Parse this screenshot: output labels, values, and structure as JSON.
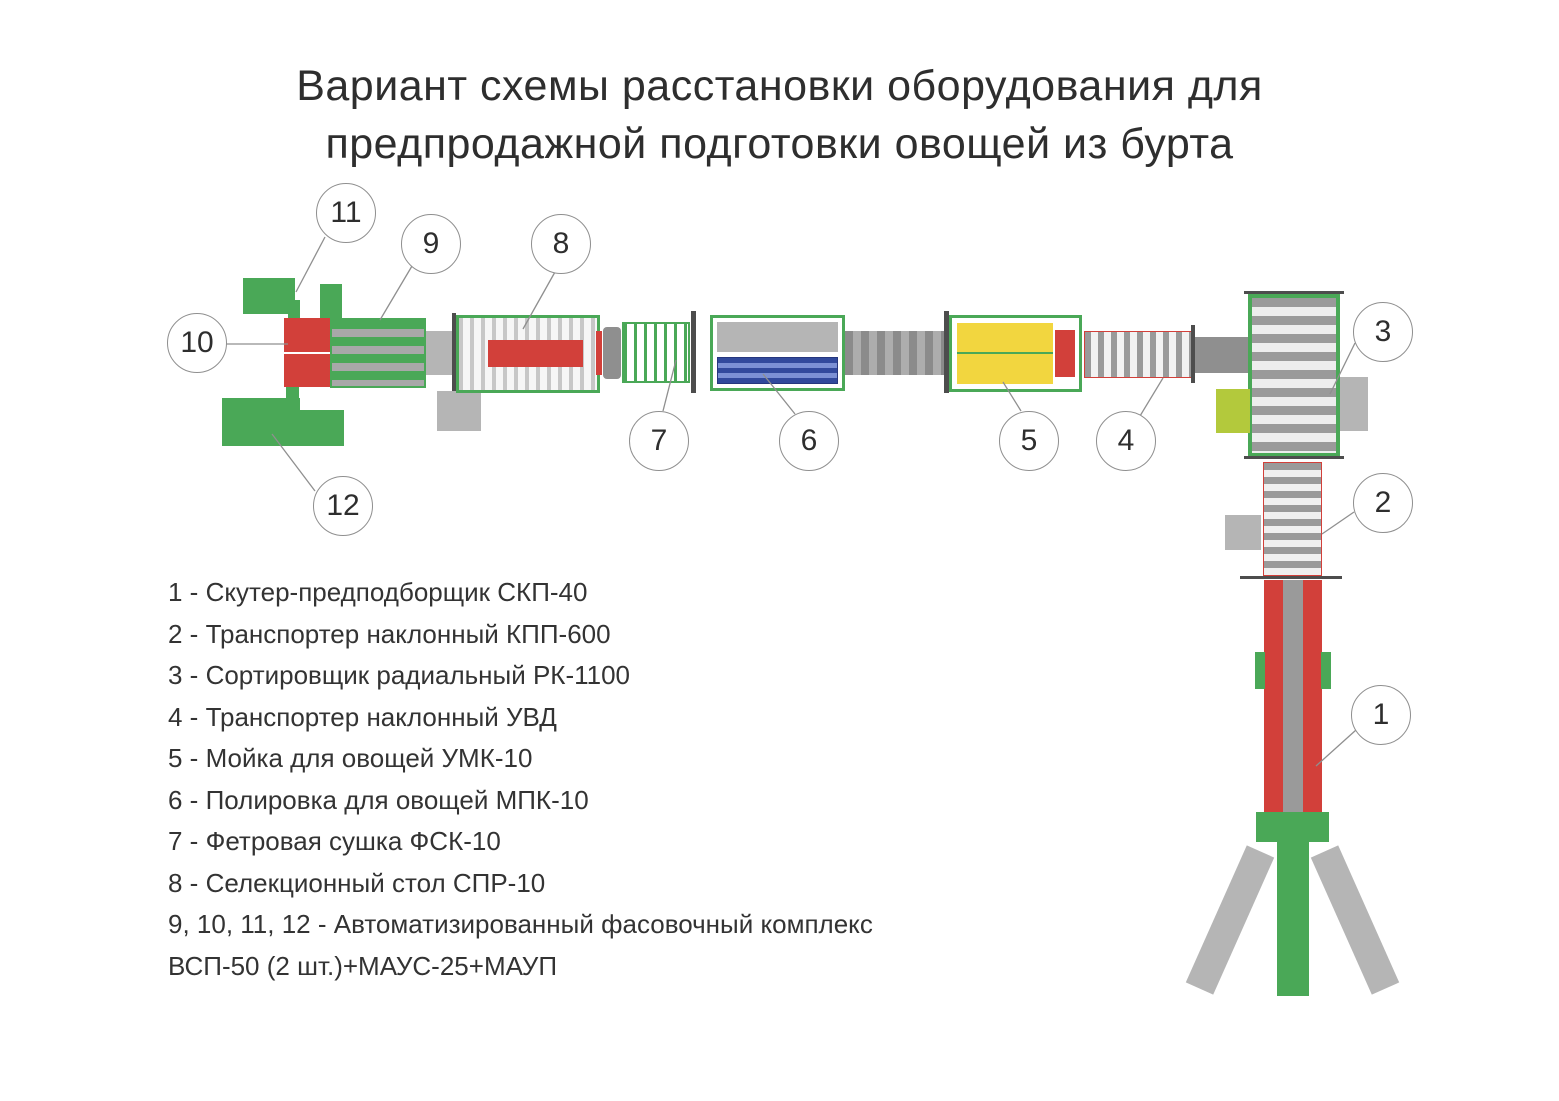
{
  "title": {
    "line1": "Вариант схемы расстановки оборудования для",
    "line2": "предпродажной подготовки овощей из бурта"
  },
  "legend": {
    "items": [
      "1 - Скутер-предподборщик СКП-40",
      "2 - Транспортер наклонный КПП-600",
      "3 - Сортировщик радиальный РК-1100",
      "4 - Транспортер наклонный УВД",
      "5 - Мойка для овощей УМК-10",
      "6 - Полировка для овощей МПК-10",
      "7 - Фетровая сушка ФСК-10",
      "8 - Селекционный стол СПР-10",
      "9, 10, 11, 12 - Автоматизированный фасовочный комплекс",
      "ВСП-50 (2 шт.)+МАУС-25+МАУП"
    ]
  },
  "callouts": {
    "n1": "1",
    "n2": "2",
    "n3": "3",
    "n4": "4",
    "n5": "5",
    "n6": "6",
    "n7": "7",
    "n8": "8",
    "n9": "9",
    "n10": "10",
    "n11": "11",
    "n12": "12"
  },
  "colors": {
    "green": "#4aa857",
    "red": "#d2403a",
    "yellow": "#f2d63f",
    "blue": "#31499c",
    "lime": "#b3c93c",
    "gray-dark": "#8f8f8f",
    "gray-mid": "#b5b5b5",
    "text": "#2e2e2e"
  }
}
